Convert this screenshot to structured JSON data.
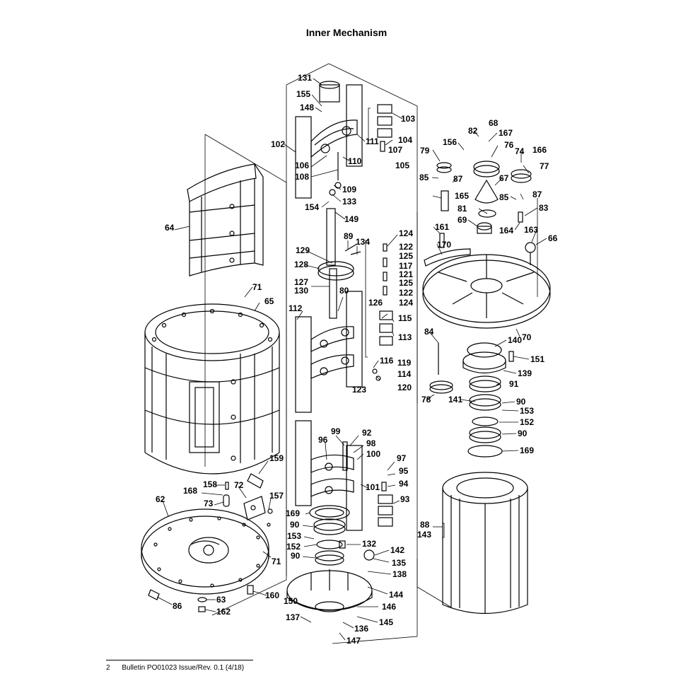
{
  "title": "Inner Mechanism",
  "footer": {
    "page_number": "2",
    "bulletin": "Bulletin PO01023 Issue/Rev. 0.1 (4/18)"
  },
  "callouts": [
    {
      "id": "131",
      "label": "131"
    },
    {
      "id": "155",
      "label": "155"
    },
    {
      "id": "148",
      "label": "148"
    },
    {
      "id": "103",
      "label": "103"
    },
    {
      "id": "102",
      "label": "102"
    },
    {
      "id": "111",
      "label": "111"
    },
    {
      "id": "104",
      "label": "104"
    },
    {
      "id": "107",
      "label": "107"
    },
    {
      "id": "106",
      "label": "106"
    },
    {
      "id": "110",
      "label": "110"
    },
    {
      "id": "105",
      "label": "105"
    },
    {
      "id": "108",
      "label": "108"
    },
    {
      "id": "109",
      "label": "109"
    },
    {
      "id": "133",
      "label": "133"
    },
    {
      "id": "154",
      "label": "154"
    },
    {
      "id": "149",
      "label": "149"
    },
    {
      "id": "89",
      "label": "89"
    },
    {
      "id": "134",
      "label": "134"
    },
    {
      "id": "129",
      "label": "129"
    },
    {
      "id": "128",
      "label": "128"
    },
    {
      "id": "127",
      "label": "127"
    },
    {
      "id": "130",
      "label": "130"
    },
    {
      "id": "80",
      "label": "80"
    },
    {
      "id": "124a",
      "label": "124"
    },
    {
      "id": "122a",
      "label": "122"
    },
    {
      "id": "125a",
      "label": "125"
    },
    {
      "id": "117",
      "label": "117"
    },
    {
      "id": "121",
      "label": "121"
    },
    {
      "id": "125b",
      "label": "125"
    },
    {
      "id": "122b",
      "label": "122"
    },
    {
      "id": "124b",
      "label": "124"
    },
    {
      "id": "126",
      "label": "126"
    },
    {
      "id": "115",
      "label": "115"
    },
    {
      "id": "113",
      "label": "113"
    },
    {
      "id": "112",
      "label": "112"
    },
    {
      "id": "116",
      "label": "116"
    },
    {
      "id": "119",
      "label": "119"
    },
    {
      "id": "114",
      "label": "114"
    },
    {
      "id": "123",
      "label": "123"
    },
    {
      "id": "120",
      "label": "120"
    },
    {
      "id": "64",
      "label": "64"
    },
    {
      "id": "71a",
      "label": "71"
    },
    {
      "id": "65",
      "label": "65"
    },
    {
      "id": "159",
      "label": "159"
    },
    {
      "id": "158",
      "label": "158"
    },
    {
      "id": "72",
      "label": "72"
    },
    {
      "id": "168",
      "label": "168"
    },
    {
      "id": "157",
      "label": "157"
    },
    {
      "id": "62",
      "label": "62"
    },
    {
      "id": "73",
      "label": "73"
    },
    {
      "id": "71b",
      "label": "71"
    },
    {
      "id": "86",
      "label": "86"
    },
    {
      "id": "63",
      "label": "63"
    },
    {
      "id": "160",
      "label": "160"
    },
    {
      "id": "162",
      "label": "162"
    },
    {
      "id": "99",
      "label": "99"
    },
    {
      "id": "92",
      "label": "92"
    },
    {
      "id": "96",
      "label": "96"
    },
    {
      "id": "98",
      "label": "98"
    },
    {
      "id": "100",
      "label": "100"
    },
    {
      "id": "97",
      "label": "97"
    },
    {
      "id": "95",
      "label": "95"
    },
    {
      "id": "94",
      "label": "94"
    },
    {
      "id": "101",
      "label": "101"
    },
    {
      "id": "93",
      "label": "93"
    },
    {
      "id": "169a",
      "label": "169"
    },
    {
      "id": "90a",
      "label": "90"
    },
    {
      "id": "153a",
      "label": "153"
    },
    {
      "id": "132",
      "label": "132"
    },
    {
      "id": "152a",
      "label": "152"
    },
    {
      "id": "142",
      "label": "142"
    },
    {
      "id": "90b",
      "label": "90"
    },
    {
      "id": "135",
      "label": "135"
    },
    {
      "id": "138",
      "label": "138"
    },
    {
      "id": "144",
      "label": "144"
    },
    {
      "id": "150",
      "label": "150"
    },
    {
      "id": "146",
      "label": "146"
    },
    {
      "id": "137",
      "label": "137"
    },
    {
      "id": "145",
      "label": "145"
    },
    {
      "id": "136",
      "label": "136"
    },
    {
      "id": "147",
      "label": "147"
    },
    {
      "id": "68",
      "label": "68"
    },
    {
      "id": "82",
      "label": "82"
    },
    {
      "id": "167",
      "label": "167"
    },
    {
      "id": "156",
      "label": "156"
    },
    {
      "id": "76",
      "label": "76"
    },
    {
      "id": "79",
      "label": "79"
    },
    {
      "id": "74",
      "label": "74"
    },
    {
      "id": "166",
      "label": "166"
    },
    {
      "id": "77",
      "label": "77"
    },
    {
      "id": "85a",
      "label": "85"
    },
    {
      "id": "87a",
      "label": "87"
    },
    {
      "id": "67",
      "label": "67"
    },
    {
      "id": "165",
      "label": "165"
    },
    {
      "id": "85b",
      "label": "85"
    },
    {
      "id": "87b",
      "label": "87"
    },
    {
      "id": "81",
      "label": "81"
    },
    {
      "id": "83",
      "label": "83"
    },
    {
      "id": "69",
      "label": "69"
    },
    {
      "id": "161",
      "label": "161"
    },
    {
      "id": "164",
      "label": "164"
    },
    {
      "id": "163",
      "label": "163"
    },
    {
      "id": "66",
      "label": "66"
    },
    {
      "id": "170",
      "label": "170"
    },
    {
      "id": "70",
      "label": "70"
    },
    {
      "id": "84",
      "label": "84"
    },
    {
      "id": "140",
      "label": "140"
    },
    {
      "id": "151",
      "label": "151"
    },
    {
      "id": "139",
      "label": "139"
    },
    {
      "id": "91",
      "label": "91"
    },
    {
      "id": "78",
      "label": "78"
    },
    {
      "id": "141",
      "label": "141"
    },
    {
      "id": "90c",
      "label": "90"
    },
    {
      "id": "153b",
      "label": "153"
    },
    {
      "id": "152b",
      "label": "152"
    },
    {
      "id": "90d",
      "label": "90"
    },
    {
      "id": "169b",
      "label": "169"
    },
    {
      "id": "88",
      "label": "88"
    },
    {
      "id": "143",
      "label": "143"
    }
  ]
}
